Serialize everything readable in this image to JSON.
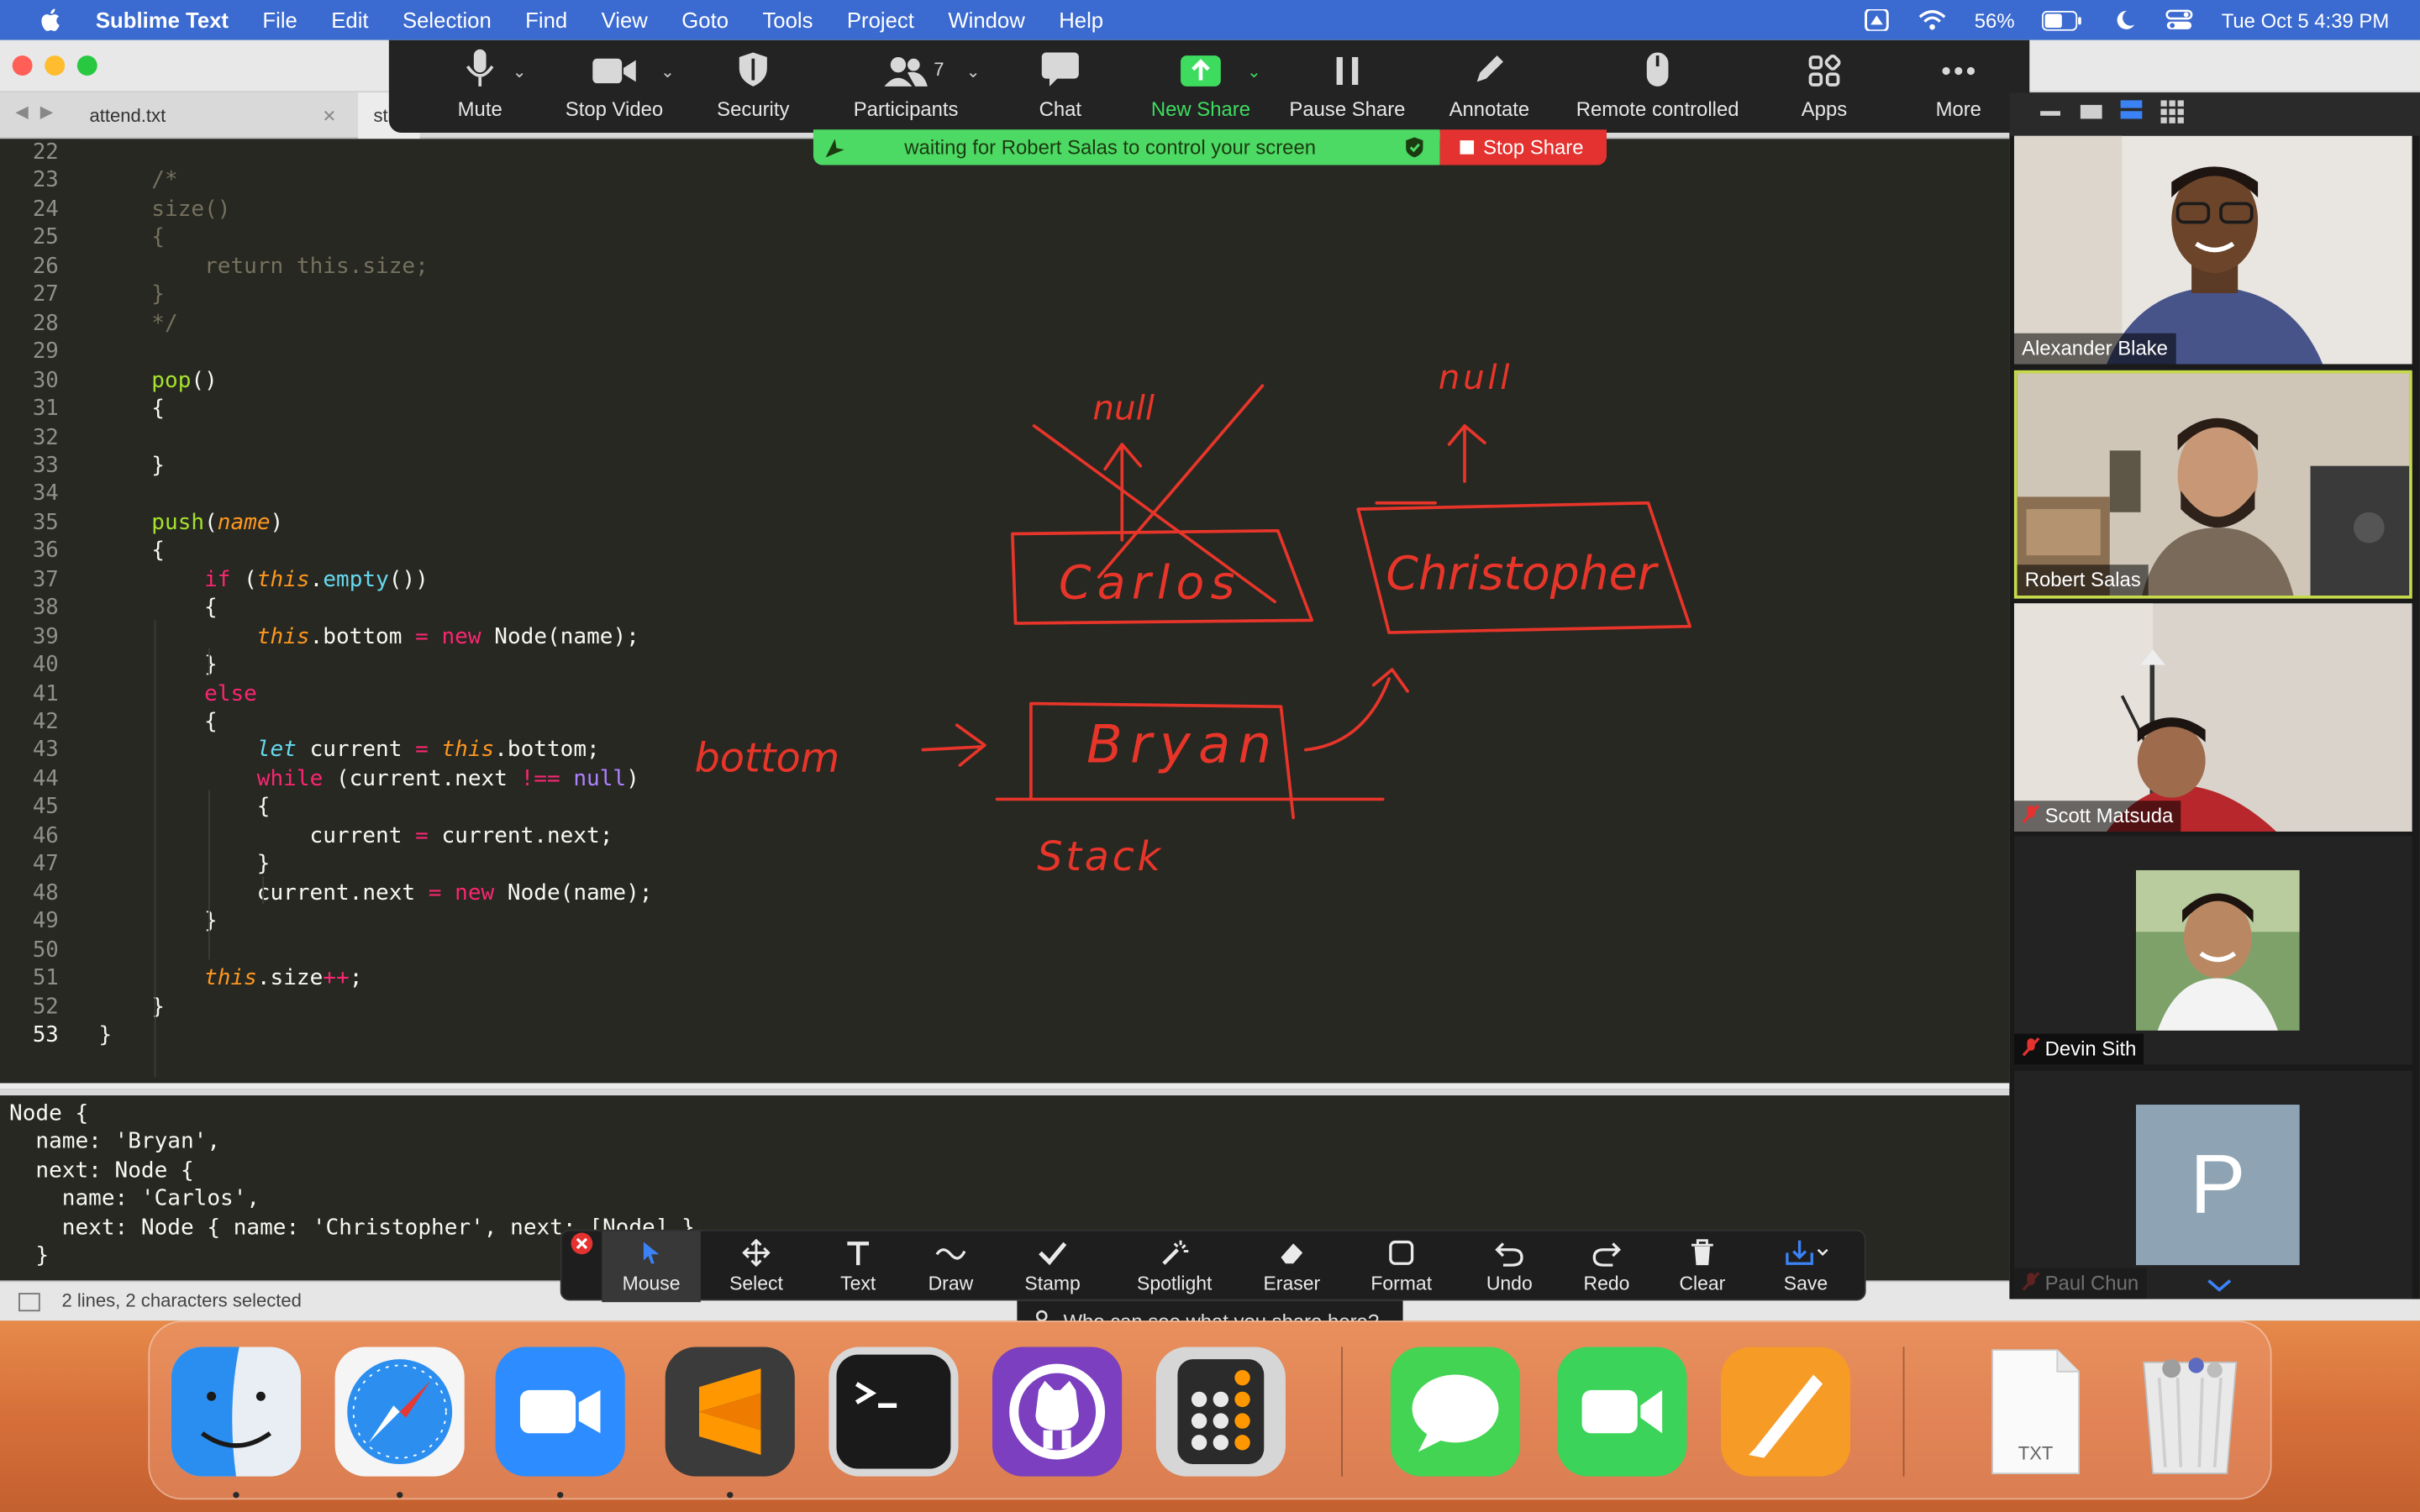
{
  "menubar": {
    "app_name": "Sublime Text",
    "items": [
      "File",
      "Edit",
      "Selection",
      "Find",
      "View",
      "Goto",
      "Tools",
      "Project",
      "Window",
      "Help"
    ],
    "battery": "56%",
    "datetime": "Tue Oct 5  4:39 PM"
  },
  "sublime": {
    "tabs": [
      {
        "label": "attend.txt"
      },
      {
        "label": "st"
      }
    ],
    "code_lines": [
      {
        "n": "22",
        "html": ""
      },
      {
        "n": "23",
        "html": "    <span class='cmt'>/*</span>"
      },
      {
        "n": "24",
        "html": "    <span class='cmt'>size()</span>"
      },
      {
        "n": "25",
        "html": "    <span class='cmt'>{</span>"
      },
      {
        "n": "26",
        "html": "        <span class='cmt'>return this.size;</span>"
      },
      {
        "n": "27",
        "html": "    <span class='cmt'>}</span>"
      },
      {
        "n": "28",
        "html": "    <span class='cmt'>*/</span>"
      },
      {
        "n": "29",
        "html": ""
      },
      {
        "n": "30",
        "html": "    <span class='fn'>pop</span>()"
      },
      {
        "n": "31",
        "html": "    {"
      },
      {
        "n": "32",
        "html": ""
      },
      {
        "n": "33",
        "html": "    }"
      },
      {
        "n": "34",
        "html": ""
      },
      {
        "n": "35",
        "html": "    <span class='fn'>push</span>(<span class='param'>name</span>)"
      },
      {
        "n": "36",
        "html": "    {"
      },
      {
        "n": "37",
        "html": "        <span class='kw'>if</span> (<span class='this'>this</span>.<span class='blue'>empty</span>())"
      },
      {
        "n": "38",
        "html": "        {"
      },
      {
        "n": "39",
        "html": "            <span class='this'>this</span>.bottom <span class='kw'>=</span> <span class='kw'>new</span> Node(name);"
      },
      {
        "n": "40",
        "html": "        }"
      },
      {
        "n": "41",
        "html": "        <span class='kw'>else</span>"
      },
      {
        "n": "42",
        "html": "        {"
      },
      {
        "n": "43",
        "html": "            <span class='let'>let</span> current <span class='kw'>=</span> <span class='this'>this</span>.bottom;"
      },
      {
        "n": "44",
        "html": "            <span class='kw'>while</span> (current.next <span class='kw'>!==</span> <span class='const'>null</span>)"
      },
      {
        "n": "45",
        "html": "            {"
      },
      {
        "n": "46",
        "html": "                current <span class='kw'>=</span> current.next;"
      },
      {
        "n": "47",
        "html": "            }"
      },
      {
        "n": "48",
        "html": "            current.next <span class='kw'>=</span> <span class='kw'>new</span> Node(name);"
      },
      {
        "n": "49",
        "html": "        }"
      },
      {
        "n": "50",
        "html": ""
      },
      {
        "n": "51",
        "html": "        <span class='this'>this</span>.size<span class='kw'>++</span>;"
      },
      {
        "n": "52",
        "html": "    }"
      },
      {
        "n": "53",
        "html": "}"
      }
    ],
    "current_line": "53",
    "console_lines": [
      "Node {",
      "  name: 'Bryan',",
      "  next: Node {",
      "    name: 'Carlos',",
      "    next: Node { name: 'Christopher', next: [Node] }",
      "  }"
    ],
    "status_text": "2 lines, 2 characters selected"
  },
  "zoom_toolbar": {
    "mute": "Mute",
    "stop_video": "Stop Video",
    "security": "Security",
    "participants": "Participants",
    "participants_count": "7",
    "chat": "Chat",
    "new_share": "New Share",
    "pause_share": "Pause Share",
    "annotate": "Annotate",
    "remote_controlled": "Remote controlled",
    "apps": "Apps",
    "more": "More"
  },
  "control_banner": {
    "text": "waiting for Robert Salas to control your screen",
    "stop_share": "Stop Share"
  },
  "participants": [
    {
      "name": "Alexander Blake",
      "muted": false
    },
    {
      "name": "Robert Salas",
      "muted": false
    },
    {
      "name": "Scott Matsuda",
      "muted": true
    },
    {
      "name": "Devin Sith",
      "muted": true
    },
    {
      "name": "Paul Chun",
      "muted": true,
      "initial": "P"
    }
  ],
  "annotation_toolbar": {
    "tools": [
      "Mouse",
      "Select",
      "Text",
      "Draw",
      "Stamp",
      "Spotlight",
      "Eraser",
      "Format",
      "Undo",
      "Redo",
      "Clear",
      "Save"
    ],
    "selected": "Mouse",
    "who_can_see": "Who can see what you share here?"
  },
  "whiteboard": {
    "labels": [
      "null",
      "Carlos",
      "null",
      "Christopher",
      "bottom",
      "Bryan",
      "Stack"
    ]
  },
  "dock": {
    "apps": [
      "Finder",
      "Safari",
      "Zoom",
      "Sublime Text",
      "Terminal",
      "GitHub Desktop",
      "Calculator",
      "Messages",
      "FaceTime",
      "Pages"
    ],
    "file_label": "TXT"
  },
  "colors": {
    "editor_bg": "#272822",
    "annotation_red": "#e8352a",
    "zoom_green": "#3ddc5f",
    "stop_red": "#e3322f"
  }
}
